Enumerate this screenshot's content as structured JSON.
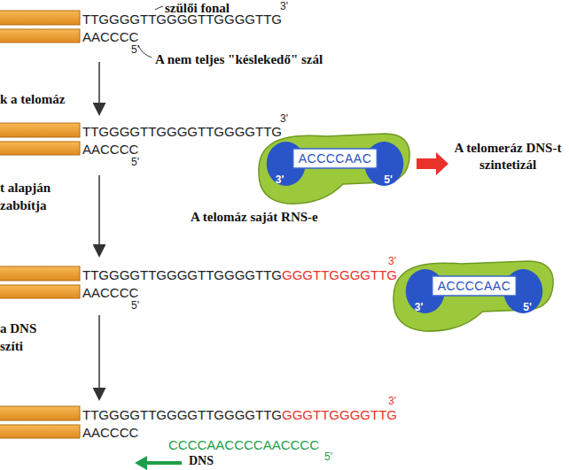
{
  "diagram": {
    "nodes": [
      {
        "text": [
          "ACCCCAAC",
          "3'",
          "5'"
        ]
      },
      {
        "text": [
          "ACCCCAAC",
          "3'",
          "5'"
        ]
      }
    ],
    "labels": [
      "szülői fonal",
      "TTGGGGTTGGGGTTGGGGTTG",
      "3'",
      "AACCCC",
      "5'",
      "A nem teljes \"késlekedő\" szál",
      "k a telomáz",
      "TTGGGGTTGGGGTTGGGGTTG",
      "3'",
      "AACCCC",
      "5'",
      "A telomeráz DNS-t szintetizál",
      "t alapján",
      "zabbítja",
      "A telomáz saját RNS-e",
      "TTGGGGTTGGGGTTGGGGTTG",
      "GGGTTGGGGTTG",
      "3'",
      "AACCCC",
      "5'",
      "a DNS",
      "szíti",
      "TTGGGGTTGGGGTTGGGGTTG",
      "GGGTTGGGGTTG",
      "3'",
      "AACCCC",
      "CCCCAACCCCAACCCC",
      "5'",
      "DNS"
    ]
  }
}
